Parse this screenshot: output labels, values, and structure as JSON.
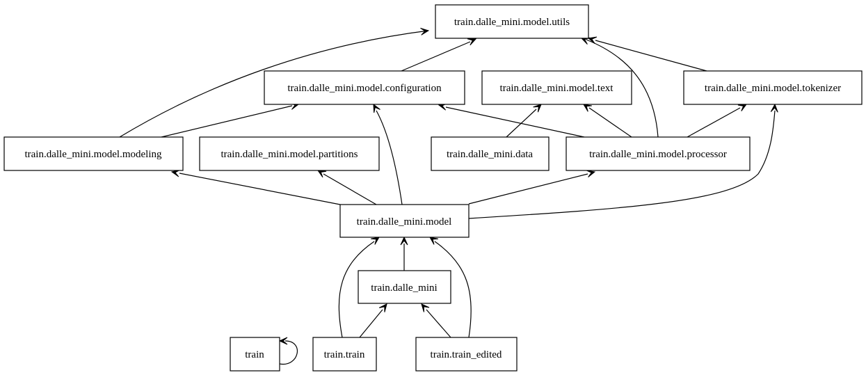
{
  "graph": {
    "nodes": [
      {
        "id": "utils",
        "label": "train.dalle_mini.model.utils"
      },
      {
        "id": "configuration",
        "label": "train.dalle_mini.model.configuration"
      },
      {
        "id": "text",
        "label": "train.dalle_mini.model.text"
      },
      {
        "id": "tokenizer",
        "label": "train.dalle_mini.model.tokenizer"
      },
      {
        "id": "modeling",
        "label": "train.dalle_mini.model.modeling"
      },
      {
        "id": "partitions",
        "label": "train.dalle_mini.model.partitions"
      },
      {
        "id": "data",
        "label": "train.dalle_mini.data"
      },
      {
        "id": "processor",
        "label": "train.dalle_mini.model.processor"
      },
      {
        "id": "model",
        "label": "train.dalle_mini.model"
      },
      {
        "id": "dalle_mini",
        "label": "train.dalle_mini"
      },
      {
        "id": "train",
        "label": "train"
      },
      {
        "id": "train_train",
        "label": "train.train"
      },
      {
        "id": "train_edited",
        "label": "train.train_edited"
      }
    ],
    "edges": [
      {
        "from": "modeling",
        "to": "utils"
      },
      {
        "from": "configuration",
        "to": "utils"
      },
      {
        "from": "processor",
        "to": "utils"
      },
      {
        "from": "tokenizer",
        "to": "utils"
      },
      {
        "from": "modeling",
        "to": "configuration"
      },
      {
        "from": "model",
        "to": "configuration"
      },
      {
        "from": "processor",
        "to": "configuration"
      },
      {
        "from": "data",
        "to": "text"
      },
      {
        "from": "processor",
        "to": "text"
      },
      {
        "from": "processor",
        "to": "tokenizer"
      },
      {
        "from": "model",
        "to": "tokenizer"
      },
      {
        "from": "model",
        "to": "modeling"
      },
      {
        "from": "model",
        "to": "partitions"
      },
      {
        "from": "model",
        "to": "processor"
      },
      {
        "from": "dalle_mini",
        "to": "model"
      },
      {
        "from": "train_train",
        "to": "model"
      },
      {
        "from": "train_edited",
        "to": "model"
      },
      {
        "from": "train_train",
        "to": "dalle_mini"
      },
      {
        "from": "train_edited",
        "to": "dalle_mini"
      },
      {
        "from": "train",
        "to": "train"
      }
    ]
  }
}
